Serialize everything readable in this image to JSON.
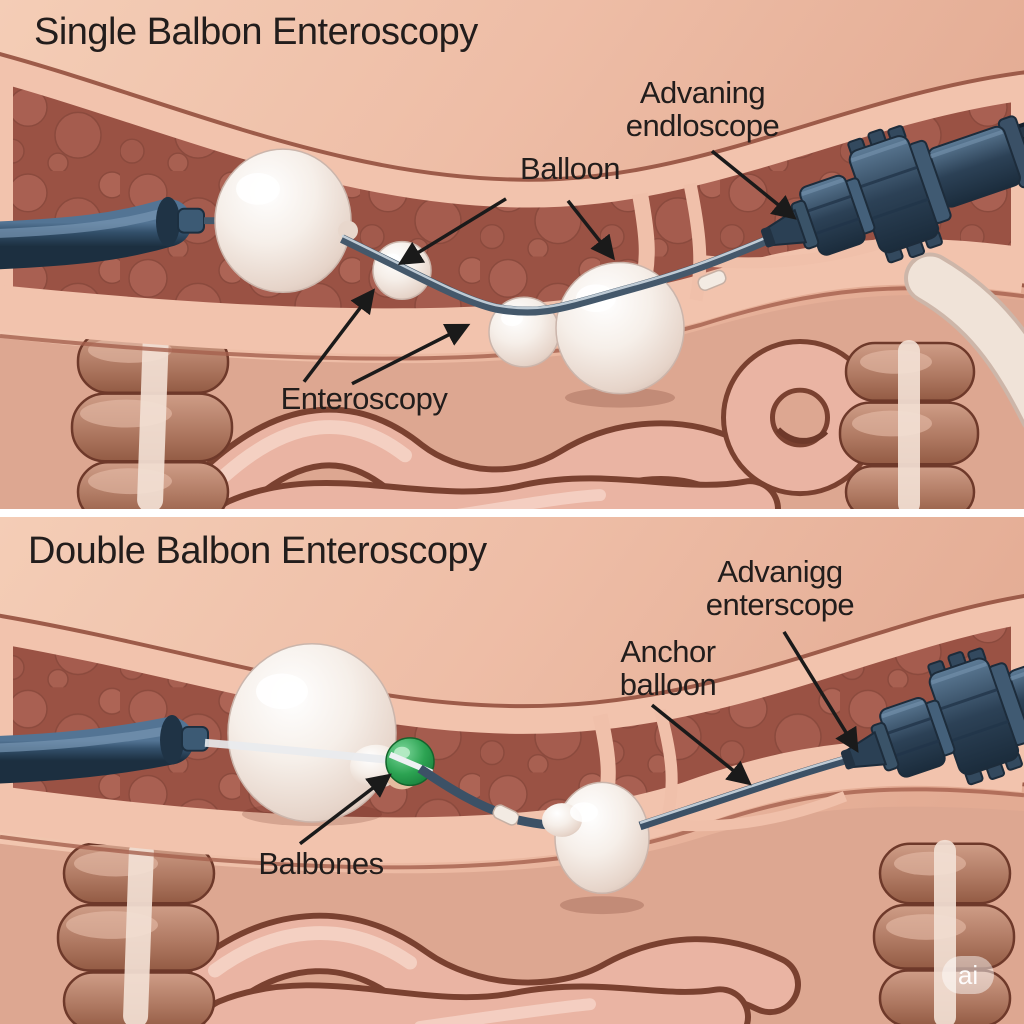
{
  "document_type": "medical illustration, labeled diagram of balloon enteroscopy techniques",
  "panels": [
    {
      "id": "single",
      "title": "Single Balbon Enteroscopy",
      "labels": [
        {
          "name": "advancing-endoscope",
          "text": "Advaning\nendloscope"
        },
        {
          "name": "balloon",
          "text": "Balloon"
        },
        {
          "name": "enteroscopy",
          "text": "Enteroscopy"
        }
      ]
    },
    {
      "id": "double",
      "title": "Double Balbon Enteroscopy",
      "labels": [
        {
          "name": "advancing-enteroscope",
          "text": "Advanigg\nenterscope"
        },
        {
          "name": "anchor-balloon",
          "text": "Anchor\nballoon"
        },
        {
          "name": "balloons",
          "text": "Balbones"
        }
      ]
    }
  ],
  "watermark": {
    "text": "ai"
  },
  "colors": {
    "skin_pink": "#eebda6",
    "lumen_red": "#9a5244",
    "wall_pink": "#f2c3ad",
    "balloon_white": "#f4ebe4",
    "anchor_balloon_green": "#2ca352",
    "scope_steel_blue": "#32495e",
    "label_text": "#221d1c"
  }
}
